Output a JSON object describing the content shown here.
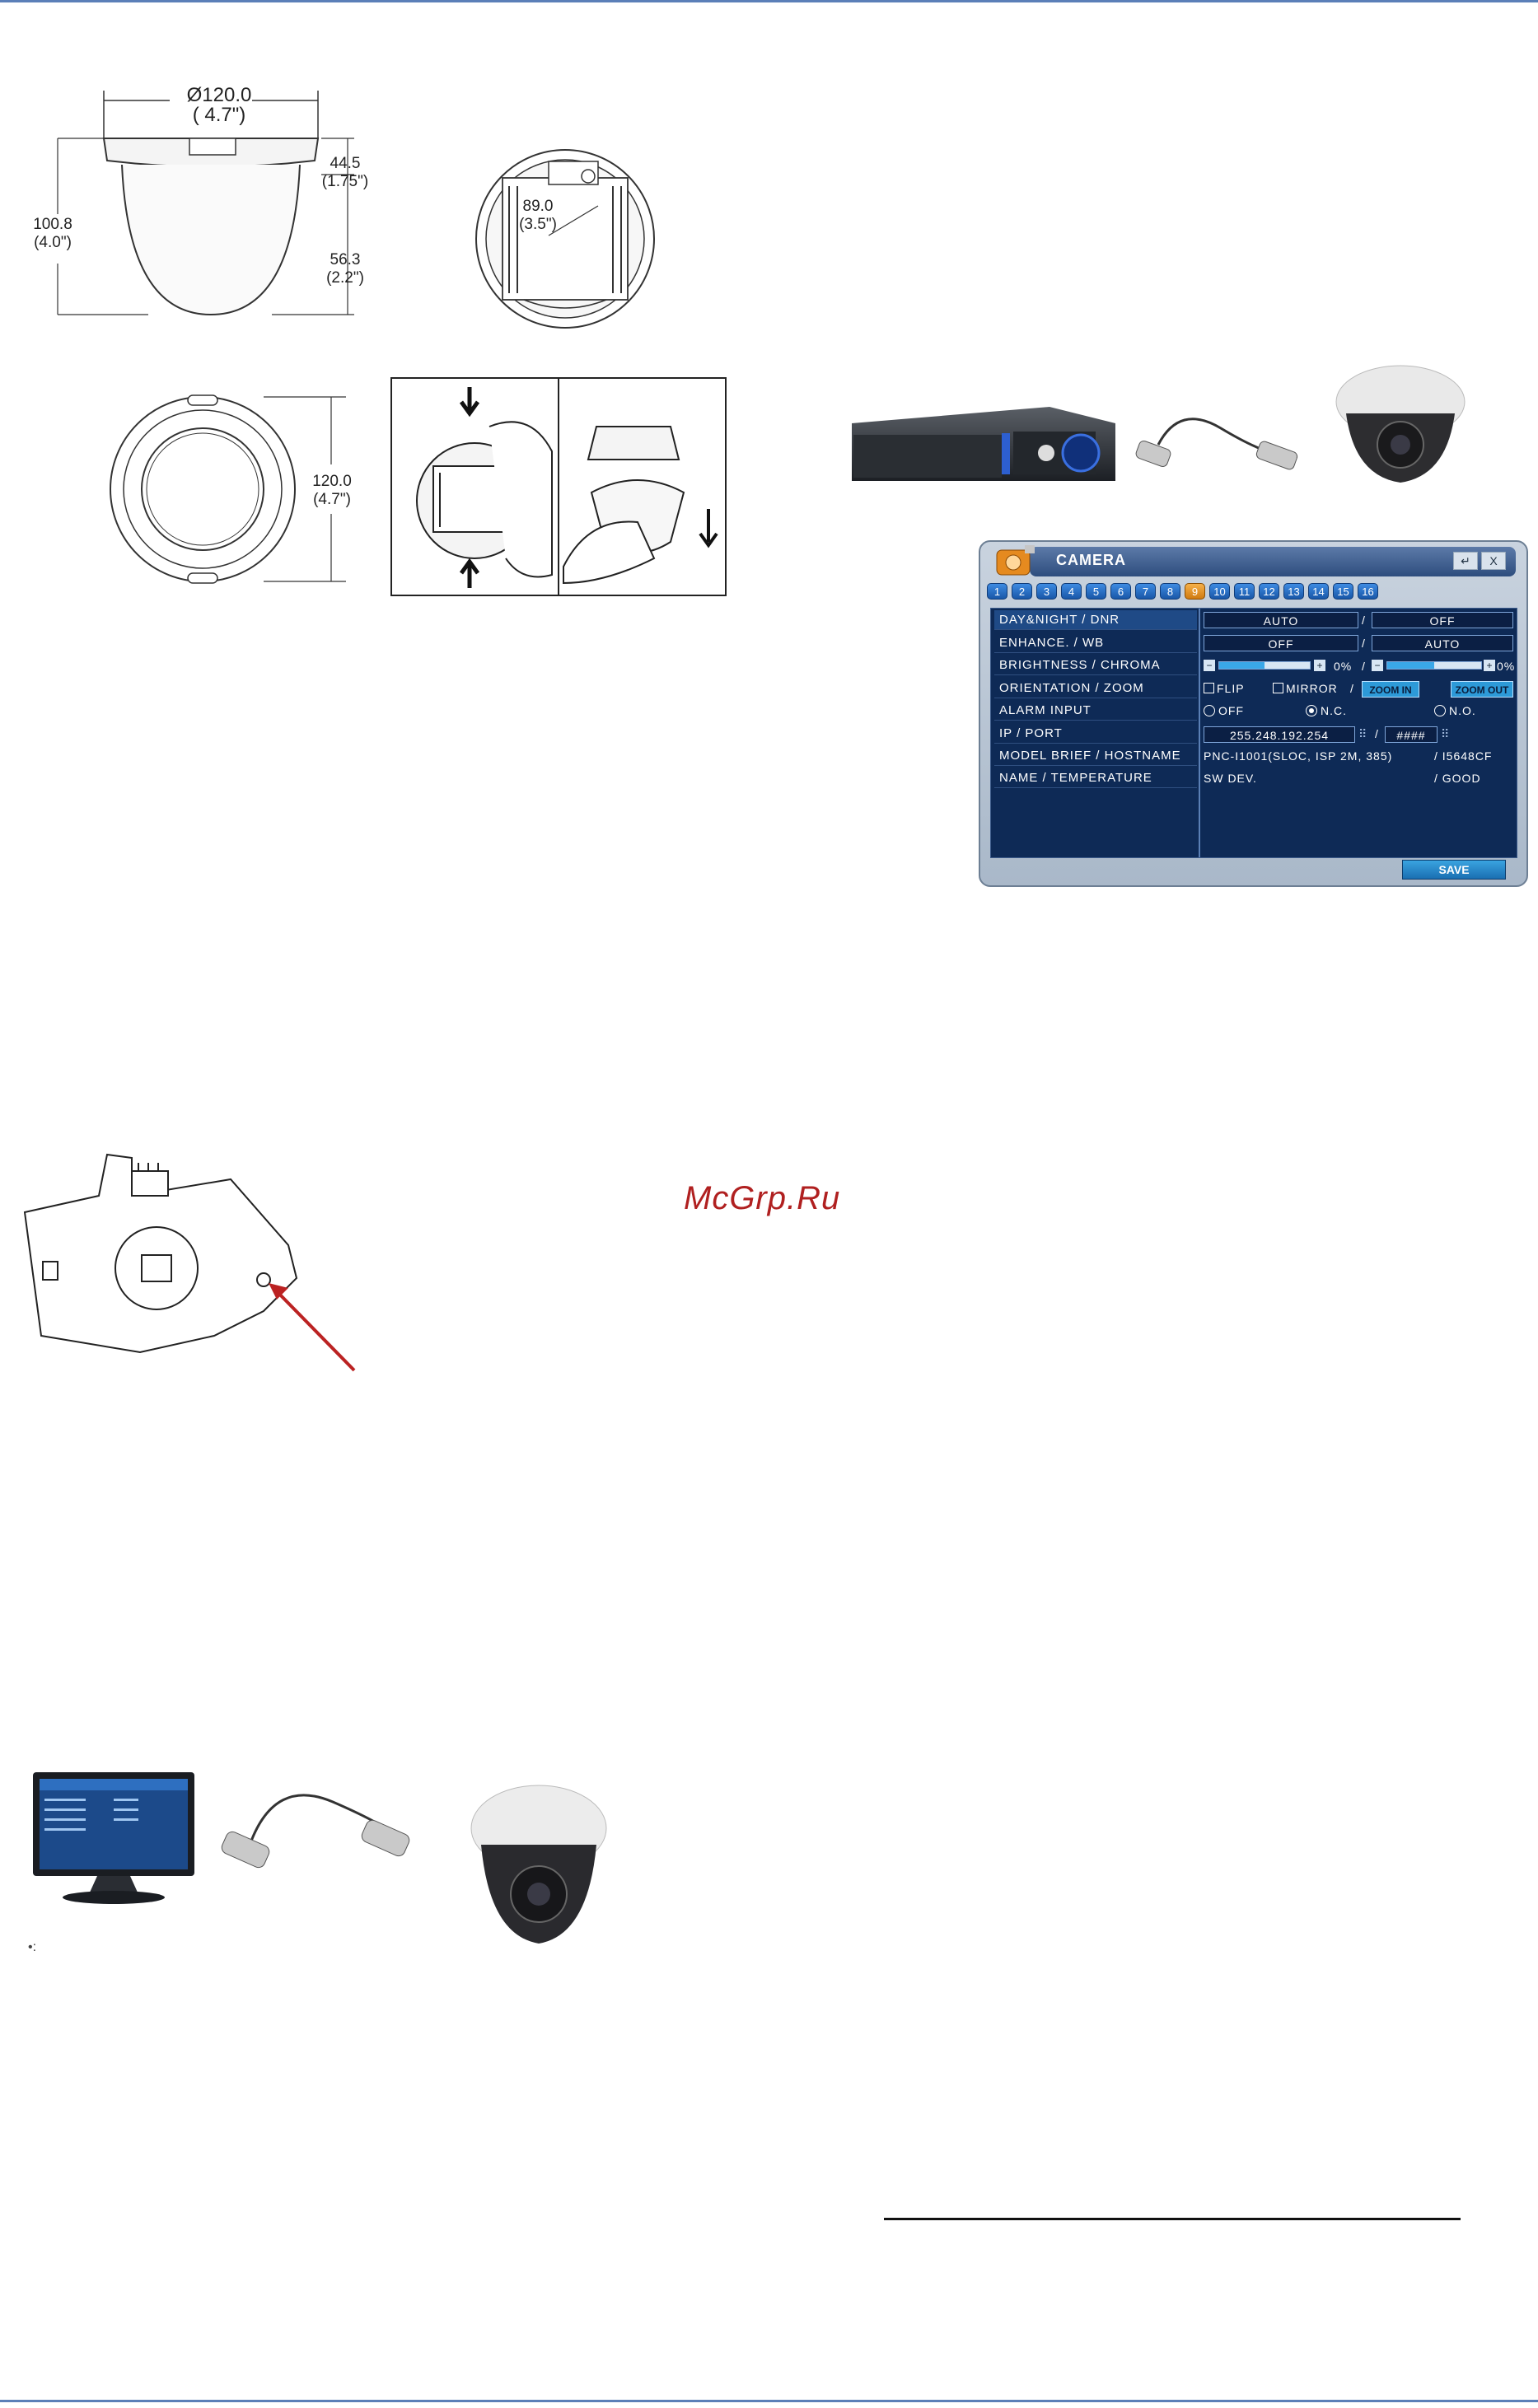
{
  "watermark": "McGrp.Ru",
  "dimensions_side": {
    "diameter": "Ø120.0",
    "diameter_in": "( 4.7\")",
    "base_h": "44.5",
    "base_h_in": "(1.75\")",
    "total_h": "100.8",
    "total_h_in": "(4.0\")",
    "dome_h": "56.3",
    "dome_h_in": "(2.2\")"
  },
  "dimensions_bottom": {
    "inner": "89.0",
    "inner_in": "(3.5\")"
  },
  "dimensions_top": {
    "width": "120.0",
    "width_in": "(4.7\")"
  },
  "camera_osd": {
    "title": "CAMERA",
    "enter_icon": "↵",
    "close_icon": "X",
    "tabs": [
      "1",
      "2",
      "3",
      "4",
      "5",
      "6",
      "7",
      "8",
      "9",
      "10",
      "11",
      "12",
      "13",
      "14",
      "15",
      "16"
    ],
    "active_tab": "9",
    "rows": [
      {
        "label": "DAY&NIGHT / DNR"
      },
      {
        "label": "ENHANCE. / WB"
      },
      {
        "label": "BRIGHTNESS / CHROMA"
      },
      {
        "label": "ORIENTATION / ZOOM"
      },
      {
        "label": "ALARM INPUT"
      },
      {
        "label": "IP / PORT"
      },
      {
        "label": "MODEL BRIEF / HOSTNAME"
      },
      {
        "label": "NAME / TEMPERATURE"
      }
    ],
    "daynight": "AUTO",
    "dnr": "OFF",
    "enhance": "OFF",
    "wb": "AUTO",
    "slash": "/",
    "brightness_text": "0%",
    "chroma_text": "0%",
    "brightness_level": 0.5,
    "chroma_level": 0.5,
    "minus": "−",
    "plus": "+",
    "flip": "FLIP",
    "mirror": "MIRROR",
    "zoom_in": "ZOOM IN",
    "zoom_out": "ZOOM OUT",
    "alarm_off": "OFF",
    "alarm_nc": "N.C.",
    "alarm_no": "N.O.",
    "alarm_selected": "N.C.",
    "ip": "255.248.192.254",
    "port": "####",
    "model": "PNC-I1001(SLOC, ISP 2M, 385)",
    "hostname": "/ I5648CF",
    "name": "SW DEV.",
    "temperature": "/ GOOD",
    "save": "SAVE"
  },
  "photo_caption": "•:"
}
